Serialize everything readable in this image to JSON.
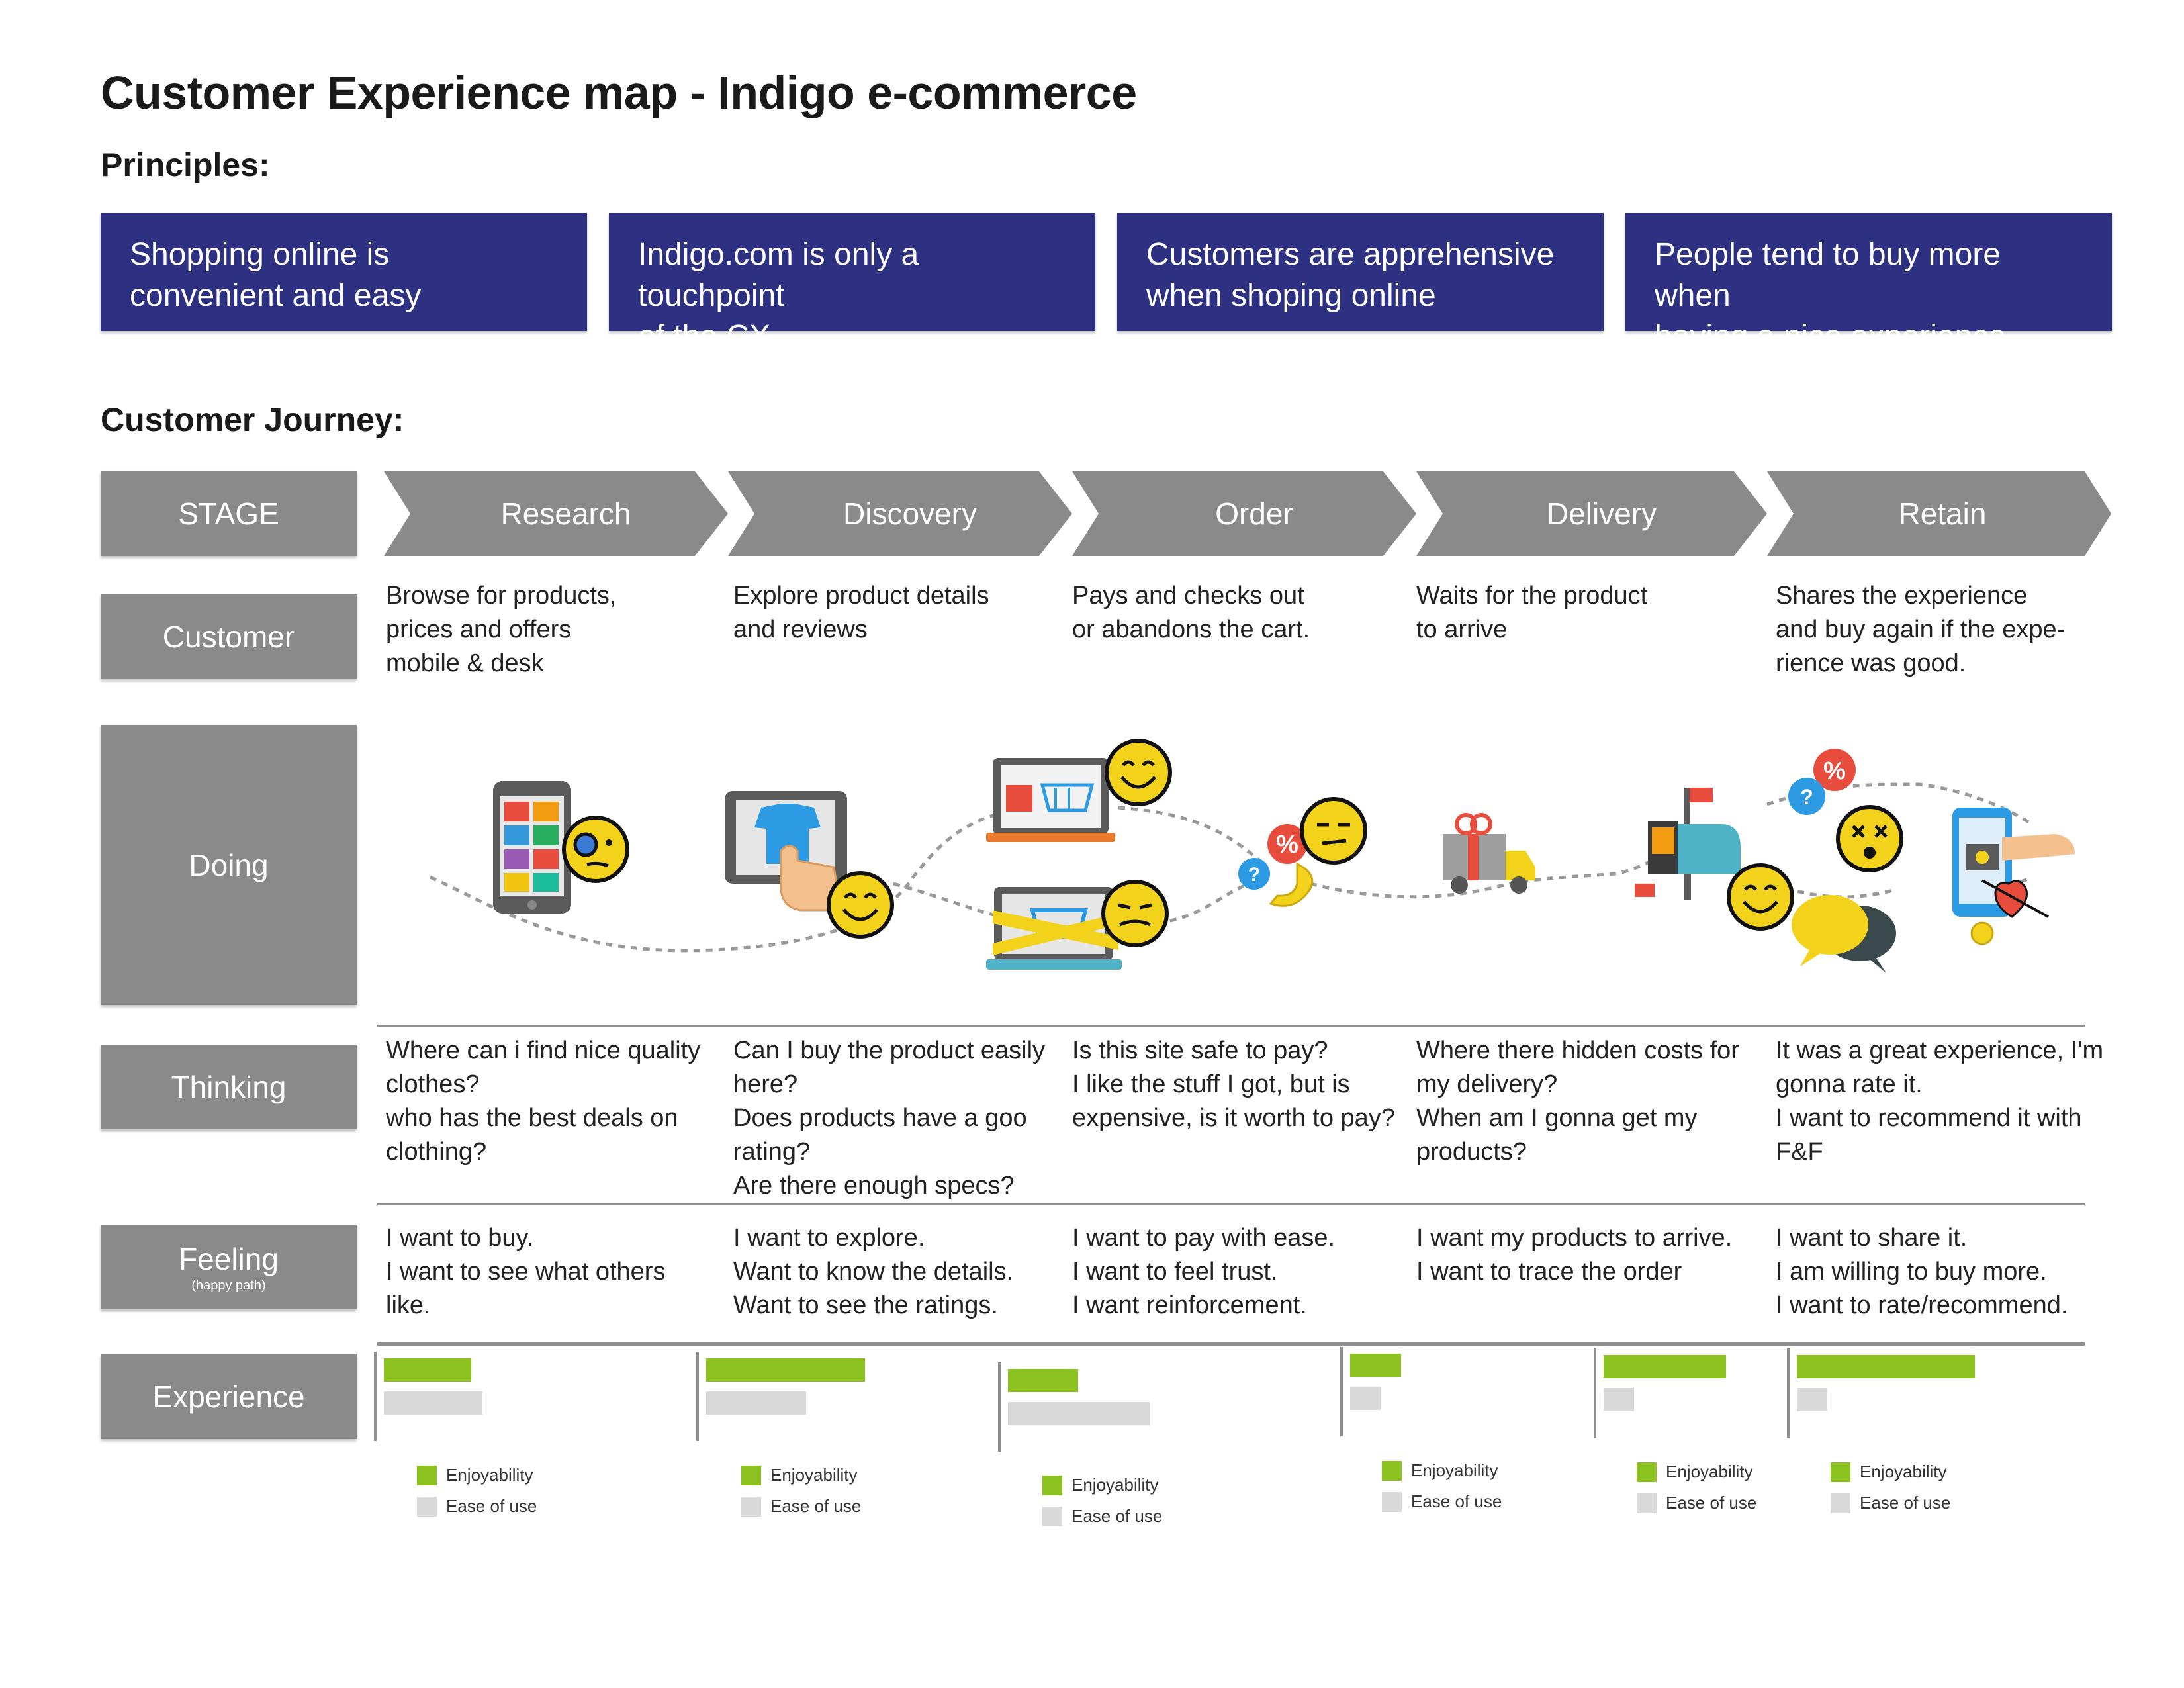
{
  "title": "Customer Experience map - Indigo e-commerce",
  "principles_heading": "Principles:",
  "principles": [
    "Shopping online is\nconvenient and easy",
    "Indigo.com is only a touchpoint\nof the CX",
    "Customers are apprehensive\nwhen shoping online",
    "People tend to buy more when\nhaving a nice experience"
  ],
  "journey_heading": "Customer Journey:",
  "row_labels": {
    "stage": "STAGE",
    "customer": "Customer",
    "doing": "Doing",
    "thinking": "Thinking",
    "feeling": "Feeling",
    "feeling_sub": "(happy path)",
    "experience": "Experience"
  },
  "stages": [
    "Research",
    "Discovery",
    "Order",
    "Delivery",
    "Retain"
  ],
  "customer": [
    "Browse for products,\nprices and offers\nmobile & desk",
    "Explore product details\nand reviews",
    "Pays and checks out\n or abandons the cart.",
    "Waits for the product\nto arrive",
    "Shares the experience\nand buy again if the expe-\nrience was good."
  ],
  "thinking": [
    "Where can i find nice quality\nclothes?\nwho has the best deals on\nclothing?",
    "Can I buy the product easily\nhere?\nDoes products have a goo\nrating?\nAre there enough specs?",
    "Is this site safe to pay?\nI like the stuff I got, but  is\nexpensive, is it worth to pay?",
    "Where there hidden costs for\nmy delivery?\nWhen am I gonna get my\nproducts?",
    "It was a great experience, I'm\ngonna rate it.\nI want to recommend it with\nF&F"
  ],
  "feeling": [
    "I want to buy.\nI want to see what others\nlike.",
    "I want to explore.\nWant to know the details.\nWant to see the ratings.",
    "I want to pay with ease.\nI want to feel trust.\nI want reinforcement.",
    "I want my products to arrive.\nI want to trace the order",
    "I want to share  it.\nI am willing to buy more.\nI want to rate/recommend."
  ],
  "legend": {
    "enjoyability": "Enjoyability",
    "ease": "Ease of use"
  },
  "colors": {
    "principle_bg": "#2e3181",
    "label_bg": "#8a8a8a",
    "enjoyability": "#8cc21f",
    "ease": "#d9d9d9",
    "emoji": "#f2d21a"
  },
  "icons": [
    "phone-shop-icon",
    "tablet-shop-icon",
    "cart-laptop-icon",
    "abandoned-cart-icon",
    "payment-icon",
    "delivery-truck-icon",
    "mailbox-icon",
    "rating-chat-icon",
    "phone-heart-icon"
  ],
  "emotions": [
    "curious",
    "happy",
    "happy",
    "doubtful",
    "annoyed",
    "happy",
    "shocked"
  ],
  "chart_data": [
    {
      "type": "bar",
      "stage": "Research",
      "series": [
        {
          "name": "Enjoyability",
          "values": [
            0.55
          ]
        },
        {
          "name": "Ease of use",
          "values": [
            0.62
          ]
        }
      ]
    },
    {
      "type": "bar",
      "stage": "Discovery",
      "series": [
        {
          "name": "Enjoyability",
          "values": [
            1.0
          ]
        },
        {
          "name": "Ease of use",
          "values": [
            0.63
          ]
        }
      ]
    },
    {
      "type": "bar",
      "stage": "Order",
      "series": [
        {
          "name": "Enjoyability",
          "values": [
            0.44
          ]
        },
        {
          "name": "Ease of use",
          "values": [
            0.89
          ]
        }
      ]
    },
    {
      "type": "bar",
      "stage": "Delivery",
      "series": [
        {
          "name": "Enjoyability",
          "values": [
            0.32
          ]
        },
        {
          "name": "Ease of use",
          "values": [
            0.19
          ]
        }
      ]
    },
    {
      "type": "bar",
      "stage": "Delivery",
      "series": [
        {
          "name": "Enjoyability",
          "values": [
            0.77
          ]
        },
        {
          "name": "Ease of use",
          "values": [
            0.19
          ]
        }
      ]
    },
    {
      "type": "bar",
      "stage": "Retain",
      "series": [
        {
          "name": "Enjoyability",
          "values": [
            1.12
          ]
        },
        {
          "name": "Ease of use",
          "values": [
            0.19
          ]
        }
      ]
    }
  ]
}
